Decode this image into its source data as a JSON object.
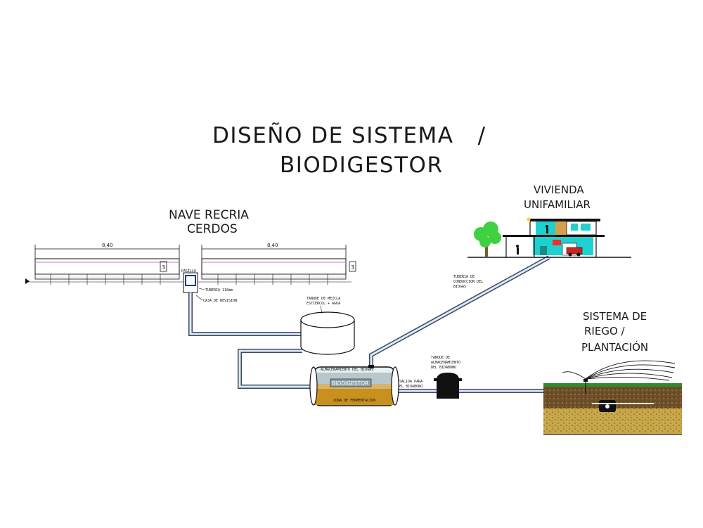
{
  "title": {
    "line1": "DISEÑO DE SISTEMA   /",
    "line2": "BIODIGESTOR"
  },
  "nave": {
    "label_line1": "NAVE RECRIA",
    "label_line2": "CERDOS",
    "dim_left": "8,40",
    "dim_right": "8,40",
    "height_left": "3",
    "height_right": "3",
    "pasillo": "PASILLO",
    "tuberia": "TUBERIA 110mm",
    "caja": "CAJA DE REVISION"
  },
  "tanque_mezcla": {
    "line1": "TANQUE DE MEZCLA",
    "line2": "ESTIERCOL + AGUA"
  },
  "biodigestor": {
    "almacenamiento": "ALMACENAMIENTO DEL BIOGAS",
    "name": "BIODIGESTOR",
    "fermentacion": "ZONA DE FERMENTACION"
  },
  "salida": {
    "line1": "SALIDA PARA",
    "line2": "EL BIOABONO"
  },
  "tanque_bioabono": {
    "line1": "TANQUE DE",
    "line2": "ALMACENAMIENTO",
    "line3": "DEL BIOABONO"
  },
  "tuberia_biogas": {
    "line1": "TUBERIA DE",
    "line2": "CONDUCCION DEL",
    "line3": "BIOGAS"
  },
  "vivienda": {
    "line1": "VIVIENDA",
    "line2": "UNIFAMILIAR"
  },
  "riego": {
    "line1": "SISTEMA DE",
    "line2": "RIEGO /",
    "line3": "PLANTACIÓN"
  },
  "colors": {
    "pipe": "#5a6b8c",
    "pipe_fill": "#dfe8f2",
    "nave_line": "#d070d0",
    "tank_gas": "#e8f0f4",
    "tank_top": "#b7c7cc",
    "tank_fermentation": "#c8911e",
    "house_cyan": "#1fd0d0",
    "tree_green": "#3fd13f",
    "soil_brown": "#7a5a2e",
    "soil_yellow": "#c9a84a"
  }
}
